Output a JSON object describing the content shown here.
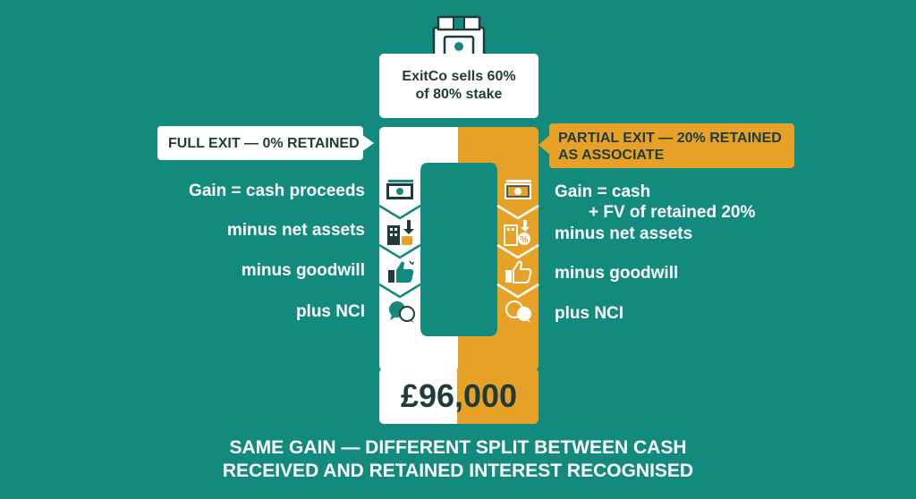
{
  "top_box": {
    "line1": "ExitCo sells 60%",
    "line2": "of 80% stake"
  },
  "left_callout": "FULL EXIT — 0% RETAINED",
  "right_callout": {
    "line1": "PARTIAL EXIT — 20% RETAINED",
    "line2": "AS ASSOCIATE"
  },
  "left_items": [
    "Gain = cash proceeds",
    "minus net assets",
    "minus goodwill",
    "plus NCI"
  ],
  "right_items": {
    "gain_line1": "Gain = cash",
    "gain_line2": "+ FV of retained 20%",
    "net_assets": "minus net assets",
    "goodwill": "minus goodwill",
    "nci": "plus NCI"
  },
  "total": "£96,000",
  "footer": {
    "line1": "SAME GAIN — DIFFERENT SPLIT BETWEEN CASH",
    "line2": "RECEIVED AND RETAINED INTEREST RECOGNISED"
  },
  "colors": {
    "background": "#138a7e",
    "accent": "#e7a126",
    "dark": "#1f3b3a",
    "white": "#ffffff"
  }
}
